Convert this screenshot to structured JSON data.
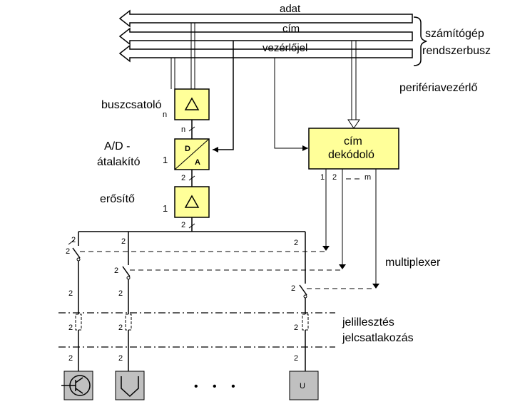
{
  "bus": {
    "adat": "adat",
    "cim": "cím",
    "vezerlojel": "vezérlőjel",
    "brace_line1": "számítógép",
    "brace_line2": "rendszerbusz"
  },
  "labels": {
    "periferiavezerlo": "perifériavezérlő",
    "buszcsatolo": "buszcsatoló",
    "ad_line1": "A/D -",
    "ad_line2": "átalakító",
    "erosito": "erősítő",
    "multiplexer": "multiplexer",
    "jelillesztes": "jelillesztés",
    "jelcsatlakozas": "jelcsatlakozás",
    "ellipsis": "• • •"
  },
  "blocks": {
    "dekodolo_line1": "cím",
    "dekodolo_line2": "dekódoló",
    "da_top": "D",
    "da_bottom": "A",
    "sensor_u": "U"
  },
  "counts": {
    "n_under_buszcsatolo": "n",
    "n_wire": "n",
    "one_ad": "1",
    "one_erosito": "1",
    "two": "2",
    "dec_out_1": "1",
    "dec_out_2": "2",
    "dec_out_m": "m"
  }
}
